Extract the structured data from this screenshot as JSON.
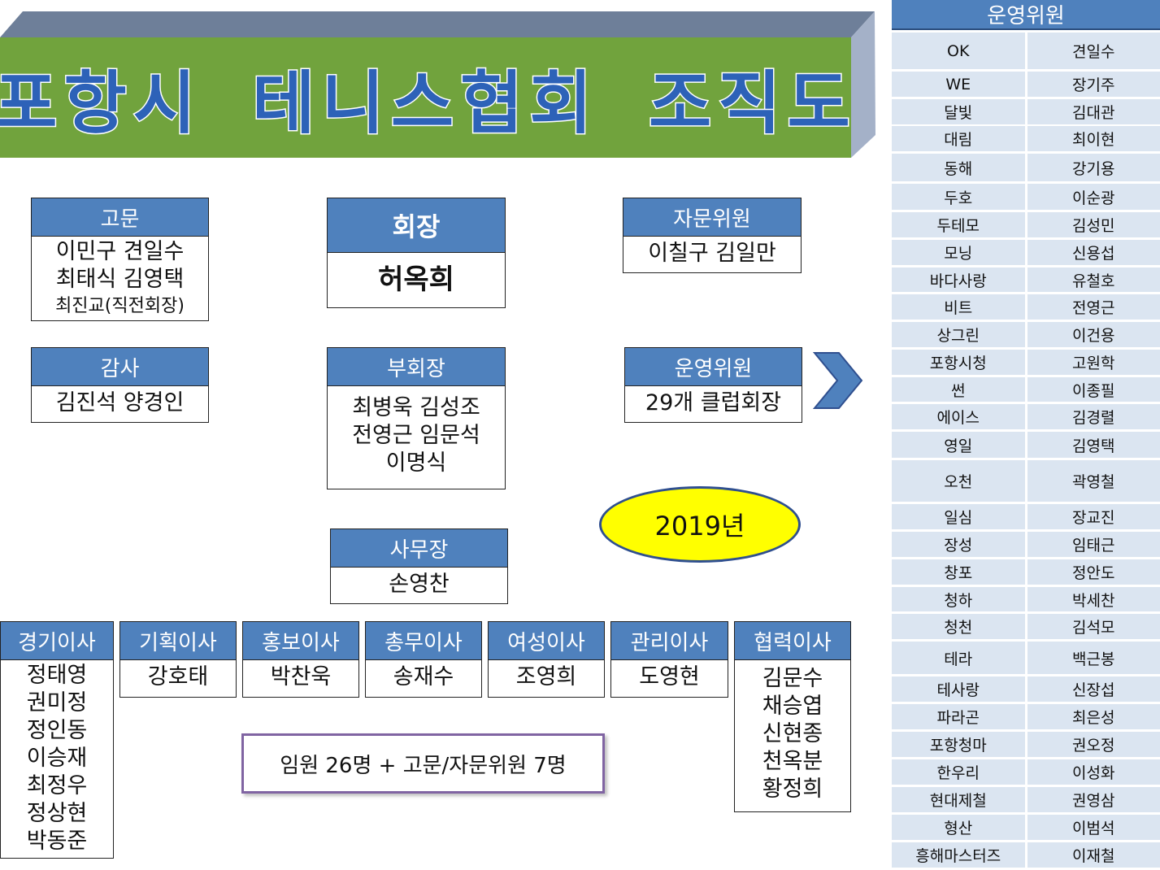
{
  "title": "포항시 테니스협회 조직도",
  "advisors": {
    "label": "고문",
    "lines": [
      "이민구 견일수",
      "최태식 김영택",
      "최진교(직전회장)"
    ]
  },
  "president": {
    "label": "회장",
    "name": "허옥희"
  },
  "consultants": {
    "label": "자문위원",
    "names": "이칠구 김일만"
  },
  "auditors": {
    "label": "감사",
    "names": "김진석 양경인"
  },
  "vice_presidents": {
    "label": "부회장",
    "lines": [
      "최병욱 김성조",
      "전영근 임문석",
      "이명식"
    ]
  },
  "operating_box": {
    "label": "운영위원",
    "text": "29개 클럽회장"
  },
  "year": "2019년",
  "secretary": {
    "label": "사무장",
    "name": "손영찬"
  },
  "directors": [
    {
      "label": "경기이사",
      "names": [
        "정태영",
        "권미정",
        "정인동",
        "이승재",
        "최정우",
        "정상현",
        "박동준"
      ]
    },
    {
      "label": "기획이사",
      "names": [
        "강호태"
      ]
    },
    {
      "label": "홍보이사",
      "names": [
        "박찬욱"
      ]
    },
    {
      "label": "총무이사",
      "names": [
        "송재수"
      ]
    },
    {
      "label": "여성이사",
      "names": [
        "조영희"
      ]
    },
    {
      "label": "관리이사",
      "names": [
        "도영현"
      ]
    },
    {
      "label": "협력이사",
      "names": [
        "김문수",
        "채승엽",
        "신현종",
        "천옥분",
        "황정희"
      ]
    }
  ],
  "summary": "임원 26명 + 고문/자문위원 7명",
  "operating_committee": {
    "title": "운영위원",
    "rows": [
      {
        "club": "OK",
        "name": "견일수"
      },
      {
        "club": "WE",
        "name": "장기주"
      },
      {
        "club": "달빛",
        "name": "김대관"
      },
      {
        "club": "대림",
        "name": "최이현"
      },
      {
        "club": "동해",
        "name": "강기용"
      },
      {
        "club": "두호",
        "name": "이순광"
      },
      {
        "club": "두테모",
        "name": "김성민"
      },
      {
        "club": "모닝",
        "name": "신용섭"
      },
      {
        "club": "바다사랑",
        "name": "유철호"
      },
      {
        "club": "비트",
        "name": "전영근"
      },
      {
        "club": "상그린",
        "name": "이건용"
      },
      {
        "club": "포항시청",
        "name": "고원학"
      },
      {
        "club": "썬",
        "name": "이종필"
      },
      {
        "club": "에이스",
        "name": "김경렬"
      },
      {
        "club": "영일",
        "name": "김영택"
      },
      {
        "club": "오천",
        "name": "곽영철"
      },
      {
        "club": "일심",
        "name": "장교진"
      },
      {
        "club": "장성",
        "name": "임태근"
      },
      {
        "club": "창포",
        "name": "정안도"
      },
      {
        "club": "청하",
        "name": "박세찬"
      },
      {
        "club": "청천",
        "name": "김석모"
      },
      {
        "club": "테라",
        "name": "백근봉"
      },
      {
        "club": "테사랑",
        "name": "신장섭"
      },
      {
        "club": "파라곤",
        "name": "최은성"
      },
      {
        "club": "포항청마",
        "name": "권오정"
      },
      {
        "club": "한우리",
        "name": "이성화"
      },
      {
        "club": "현대제철",
        "name": "권영삼"
      },
      {
        "club": "형산",
        "name": "이범석"
      },
      {
        "club": "흥해마스터즈",
        "name": "이재철"
      }
    ]
  }
}
